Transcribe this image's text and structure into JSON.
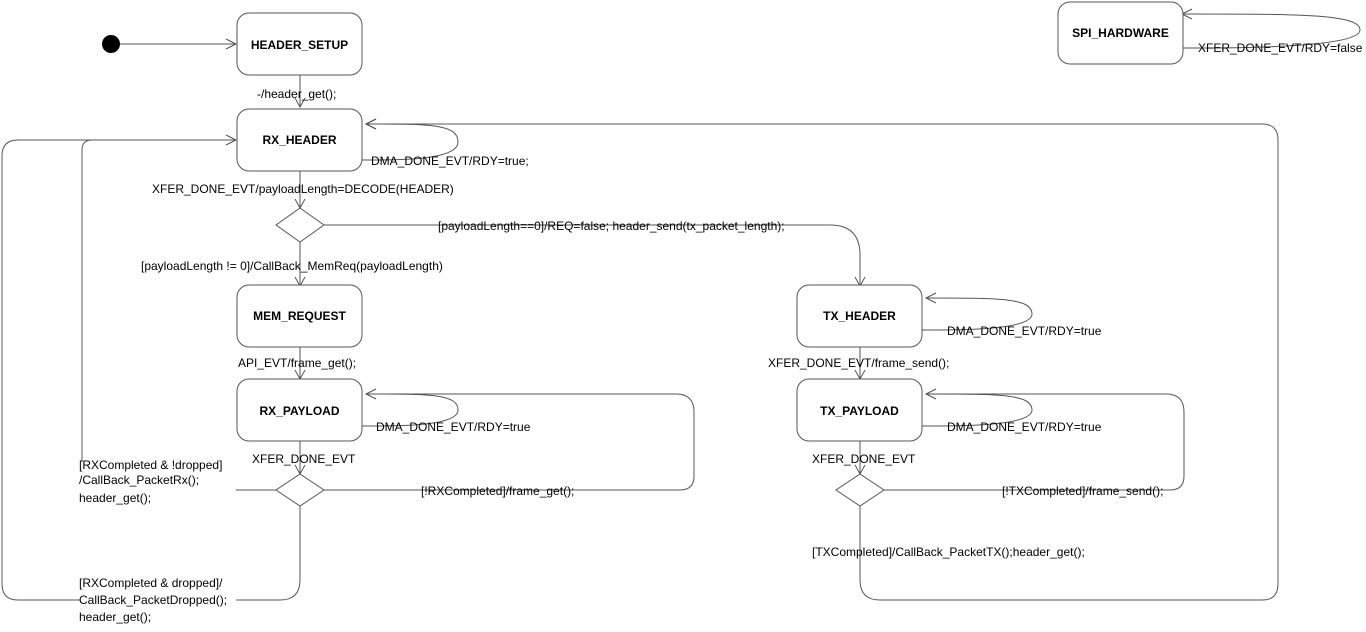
{
  "states": {
    "header_setup": "HEADER_SETUP",
    "rx_header": "RX_HEADER",
    "mem_request": "MEM_REQUEST",
    "rx_payload": "RX_PAYLOAD",
    "tx_header": "TX_HEADER",
    "tx_payload": "TX_PAYLOAD",
    "spi_hardware": "SPI_HARDWARE"
  },
  "transitions": {
    "setup_to_rx": "-/header_get();",
    "rx_header_self": "DMA_DONE_EVT/RDY=true;",
    "rx_header_done": "XFER_DONE_EVT/payloadLength=DECODE(HEADER)",
    "payload_zero": "[payloadLength==0]/REQ=false; header_send(tx_packet_length);",
    "payload_nonzero": "[payloadLength != 0]/CallBack_MemReq(payloadLength)",
    "mem_to_rx_payload": "API_EVT/frame_get();",
    "rx_payload_self": "DMA_DONE_EVT/RDY=true",
    "rx_payload_done": "XFER_DONE_EVT",
    "rx_not_completed": "[!RXCompleted]/frame_get();",
    "rx_completed_line1": "[RXCompleted & !dropped]",
    "rx_completed_line2": "/CallBack_PacketRx();",
    "rx_completed_line3": "header_get();",
    "rx_dropped_line1": "[RXCompleted & dropped]/",
    "rx_dropped_line2": "CallBack_PacketDropped();",
    "rx_dropped_line3": "header_get();",
    "tx_header_self": "DMA_DONE_EVT/RDY=true",
    "tx_header_done": "XFER_DONE_EVT/frame_send();",
    "tx_payload_self": "DMA_DONE_EVT/RDY=true",
    "tx_payload_done": "XFER_DONE_EVT",
    "tx_not_completed": "[!TXCompleted]/frame_send();",
    "tx_completed": "[TXCompleted]/CallBack_PacketTX();header_get();",
    "spi_self": "XFER_DONE_EVT/RDY=false"
  }
}
